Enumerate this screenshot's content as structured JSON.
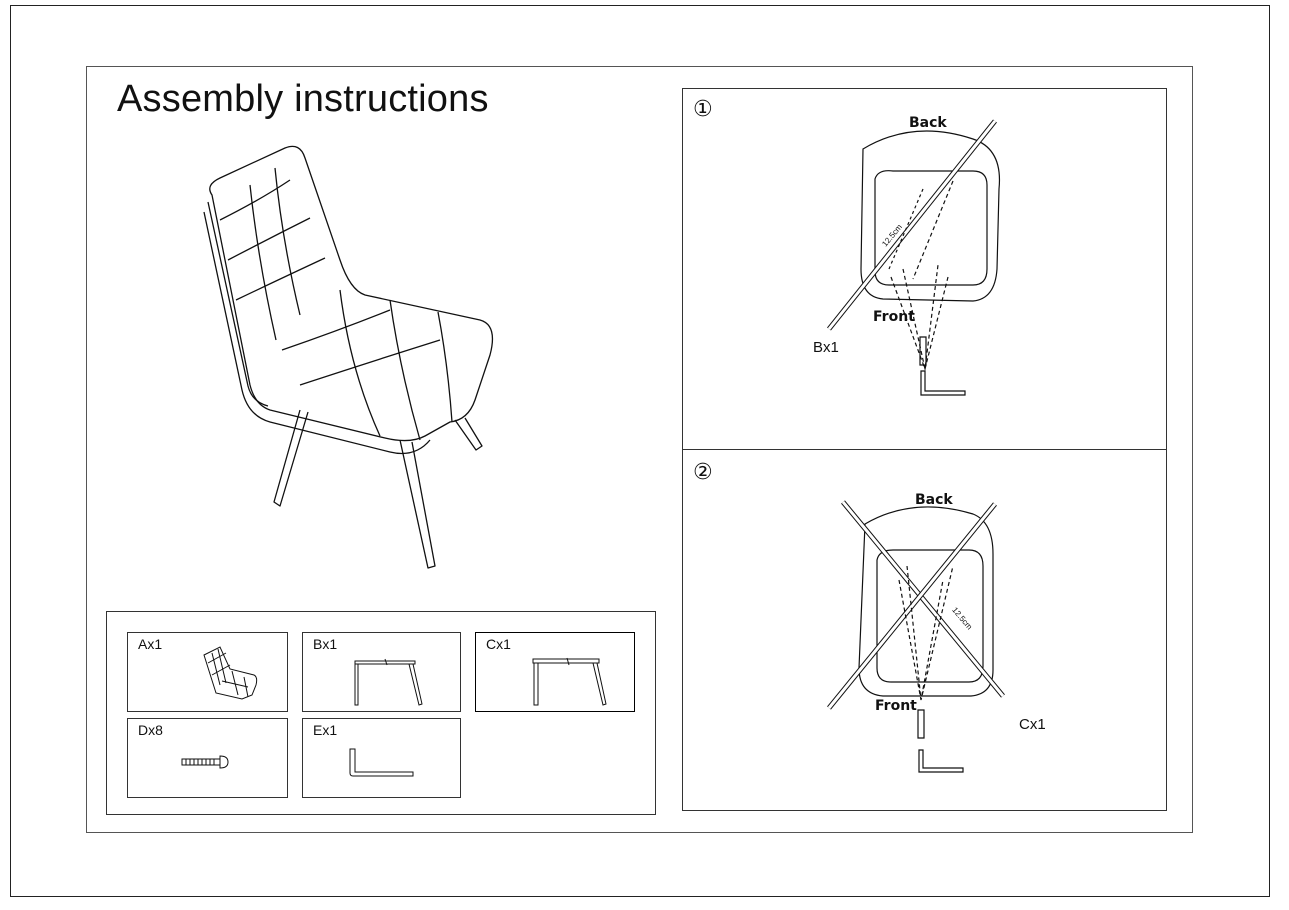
{
  "title": "Assembly instructions",
  "parts": [
    {
      "id": "A",
      "label": "Ax1",
      "icon": "chair-seat-icon"
    },
    {
      "id": "B",
      "label": "Bx1",
      "icon": "leg-frame-icon"
    },
    {
      "id": "C",
      "label": "Cx1",
      "icon": "leg-frame-icon"
    },
    {
      "id": "D",
      "label": "Dx8",
      "icon": "bolt-icon"
    },
    {
      "id": "E",
      "label": "Ex1",
      "icon": "hex-key-icon"
    }
  ],
  "steps": [
    {
      "number": "①",
      "back_label": "Back",
      "front_label": "Front",
      "part_label": "Bx1",
      "measure": "12.5cm"
    },
    {
      "number": "②",
      "back_label": "Back",
      "front_label": "Front",
      "part_label": "Cx1",
      "measure": "12.5cm"
    }
  ]
}
